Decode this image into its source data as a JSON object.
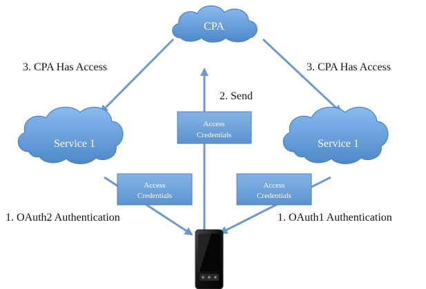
{
  "colors": {
    "cloud_fill": "#5f9bd8",
    "cloud_fill_light": "#8bbaf0",
    "cloud_stroke": "#4a82bf",
    "arrow": "#6d98cf",
    "box_fill": "#6fa2d8",
    "box_stroke": "#4d80bc",
    "phone_body": "#1b1b1b",
    "phone_screen": "#0b0b0b"
  },
  "clouds": {
    "top": {
      "label": "CPA"
    },
    "left": {
      "label": "Service 1"
    },
    "right": {
      "label": "Service 1"
    }
  },
  "edges": {
    "top_left": {
      "label": "3. CPA Has Access"
    },
    "top_right": {
      "label": "3. CPA Has Access"
    },
    "middle": {
      "label": "2. Send"
    },
    "bottom_left": {
      "label": "1. OAuth2 Authentication"
    },
    "bottom_right": {
      "label": "1. OAuth1 Authentication"
    }
  },
  "credential_boxes": {
    "center": {
      "line1": "Access",
      "line2": "Credentials"
    },
    "left": {
      "line1": "Access",
      "line2": "Credentials"
    },
    "right": {
      "line1": "Access",
      "line2": "Credentials"
    }
  },
  "device": {
    "icon": "mobile-phone-icon"
  }
}
